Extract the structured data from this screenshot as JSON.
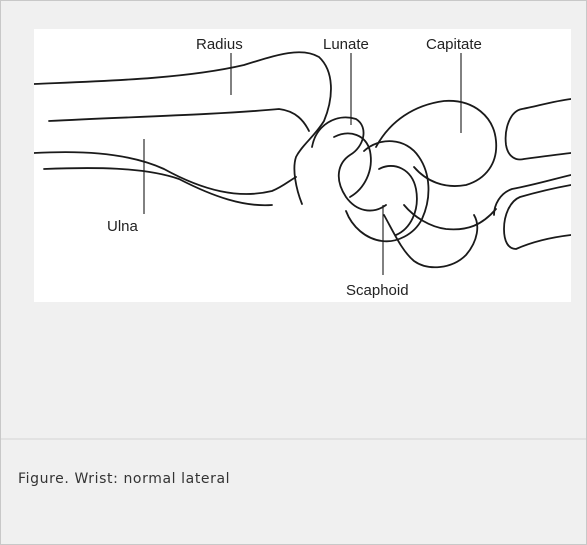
{
  "figure": {
    "labels": {
      "radius": "Radius",
      "lunate": "Lunate",
      "capitate": "Capitate",
      "ulna": "Ulna",
      "scaphoid": "Scaphoid"
    },
    "caption": "Figure. Wrist: normal lateral"
  },
  "colors": {
    "panel_background": "#f0f0f0",
    "figure_background": "#ffffff",
    "line": "#1a1a1a",
    "caption_text": "#333333"
  }
}
